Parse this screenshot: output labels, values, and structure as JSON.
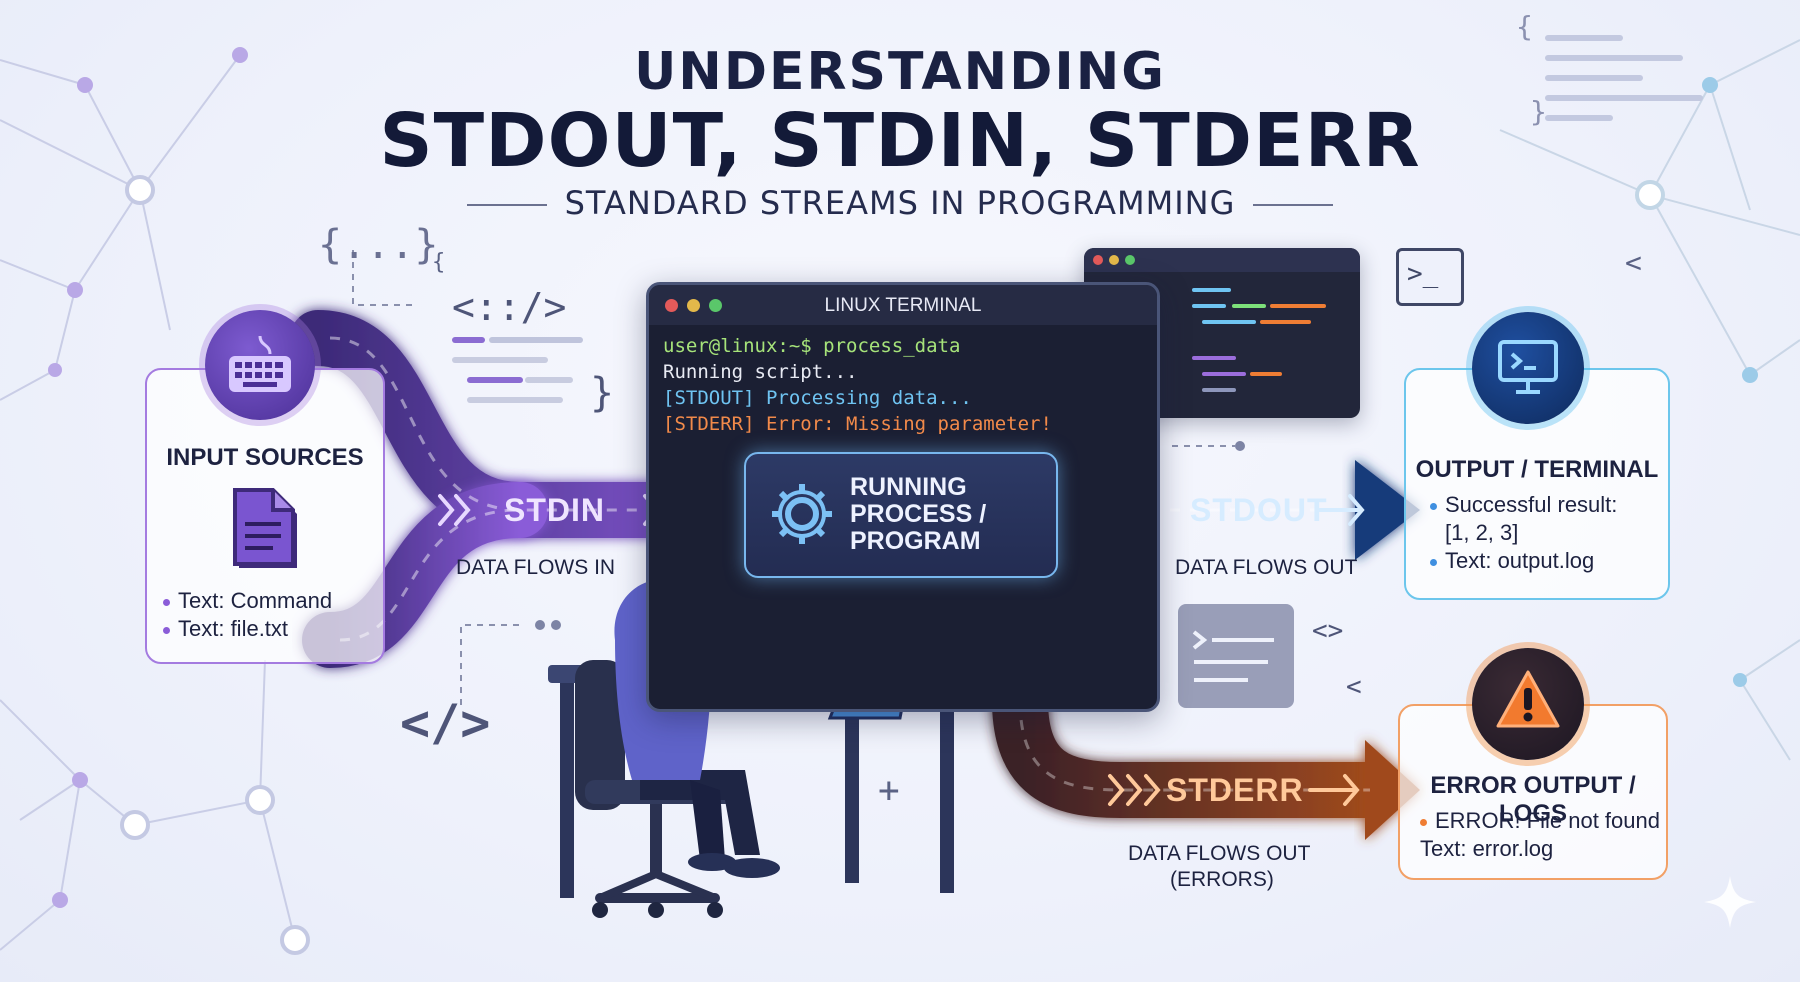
{
  "title": {
    "line1": "UNDERSTANDING",
    "line2": "STDOUT, STDIN, STDERR",
    "subtitle": "STANDARD STREAMS IN PROGRAMMING"
  },
  "input": {
    "title": "INPUT SOURCES",
    "bullets": [
      "Text: Command",
      "Text: file.txt"
    ],
    "icon": "keyboard-icon",
    "file_icon": "document-icon"
  },
  "terminal": {
    "title": "LINUX TERMINAL",
    "lines": [
      {
        "text": "user@linux:~$ process_data",
        "color": "#a6e37a"
      },
      {
        "text": "Running script...",
        "color": "#e8eaf3"
      },
      {
        "text": "[STDOUT] Processing data...",
        "color": "#6fc4f2"
      },
      {
        "text": "[STDERR] Error: Missing parameter!",
        "color": "#f28a4a"
      }
    ]
  },
  "process": {
    "label": "RUNNING\nPROCESS /\nPROGRAM",
    "icon": "gear-icon"
  },
  "streams": {
    "stdin": {
      "label": "STDIN",
      "caption": "DATA FLOWS IN",
      "color": "#9b6ddc"
    },
    "stdout": {
      "label": "STDOUT",
      "caption": "DATA FLOWS OUT",
      "color": "#3f8fe0"
    },
    "stderr": {
      "label": "STDERR",
      "caption_line1": "DATA FLOWS OUT",
      "caption_line2": "(ERRORS)",
      "color": "#ef7d34"
    }
  },
  "output": {
    "title": "OUTPUT / TERMINAL",
    "bullets": [
      "Successful result:",
      "[1, 2, 3]",
      "Text: output.log"
    ],
    "icon": "monitor-icon"
  },
  "error": {
    "title": "ERROR OUTPUT / LOGS",
    "bullets": [
      "ERROR! File not found",
      "Text: error.log"
    ],
    "icon": "warning-icon"
  },
  "decor": {
    "braces": "{...}",
    "tag": "<::/>",
    "closetag": "</>",
    "brace_open": "{",
    "brace_close": "}",
    "chevron_pair": "<>",
    "chevron_left": "<",
    "plus": "+",
    "prompt": ">_"
  },
  "colors": {
    "stdin": "#9b6ddc",
    "stdout": "#3f8fe0",
    "stderr": "#ef7d34",
    "title": "#131a38"
  }
}
